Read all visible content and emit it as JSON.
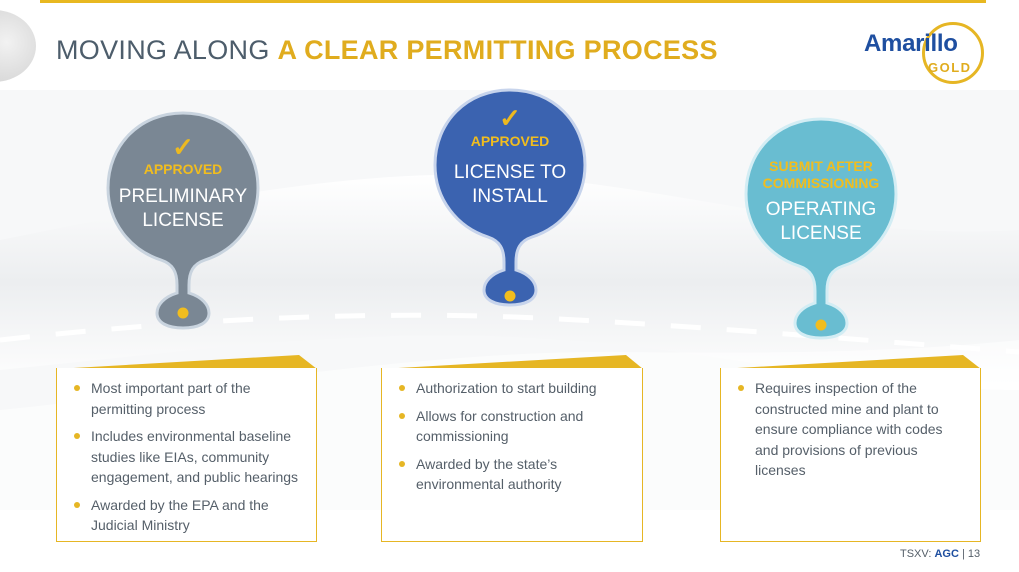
{
  "header": {
    "title_part1": "MOVING ALONG",
    "title_part2": "A CLEAR PERMITTING PROCESS",
    "logo_word": "Amarillo",
    "logo_sub": "GOLD"
  },
  "colors": {
    "accent_gold": "#e6b624",
    "title_grey": "#4d5d6b",
    "brand_blue": "#1f4fa0",
    "pin1": "#7a8794",
    "pin2": "#3b63b0",
    "pin3": "#69bdd1"
  },
  "steps": [
    {
      "status": "APPROVED",
      "label_line1": "PRELIMINARY",
      "label_line2": "LICENSE",
      "check_icon": "checkmark-icon",
      "bullets": [
        "Most important part of the permitting process",
        "Includes environmental baseline studies like EIAs, community engagement, and public hearings",
        "Awarded by the EPA and the Judicial Ministry"
      ]
    },
    {
      "status": "APPROVED",
      "label_line1": "LICENSE TO",
      "label_line2": "INSTALL",
      "check_icon": "checkmark-icon",
      "bullets": [
        "Authorization to start building",
        "Allows for construction and commissioning",
        "Awarded by the state’s environmental authority"
      ]
    },
    {
      "status_line1": "SUBMIT AFTER",
      "status_line2": "COMMISSIONING",
      "label_line1": "OPERATING",
      "label_line2": "LICENSE",
      "bullets": [
        "Requires inspection of the constructed mine and plant to ensure compliance with codes and provisions of previous licenses"
      ]
    }
  ],
  "footer": {
    "exchange": "TSXV:",
    "ticker": "AGC",
    "separator": "|",
    "page_number": "13"
  }
}
